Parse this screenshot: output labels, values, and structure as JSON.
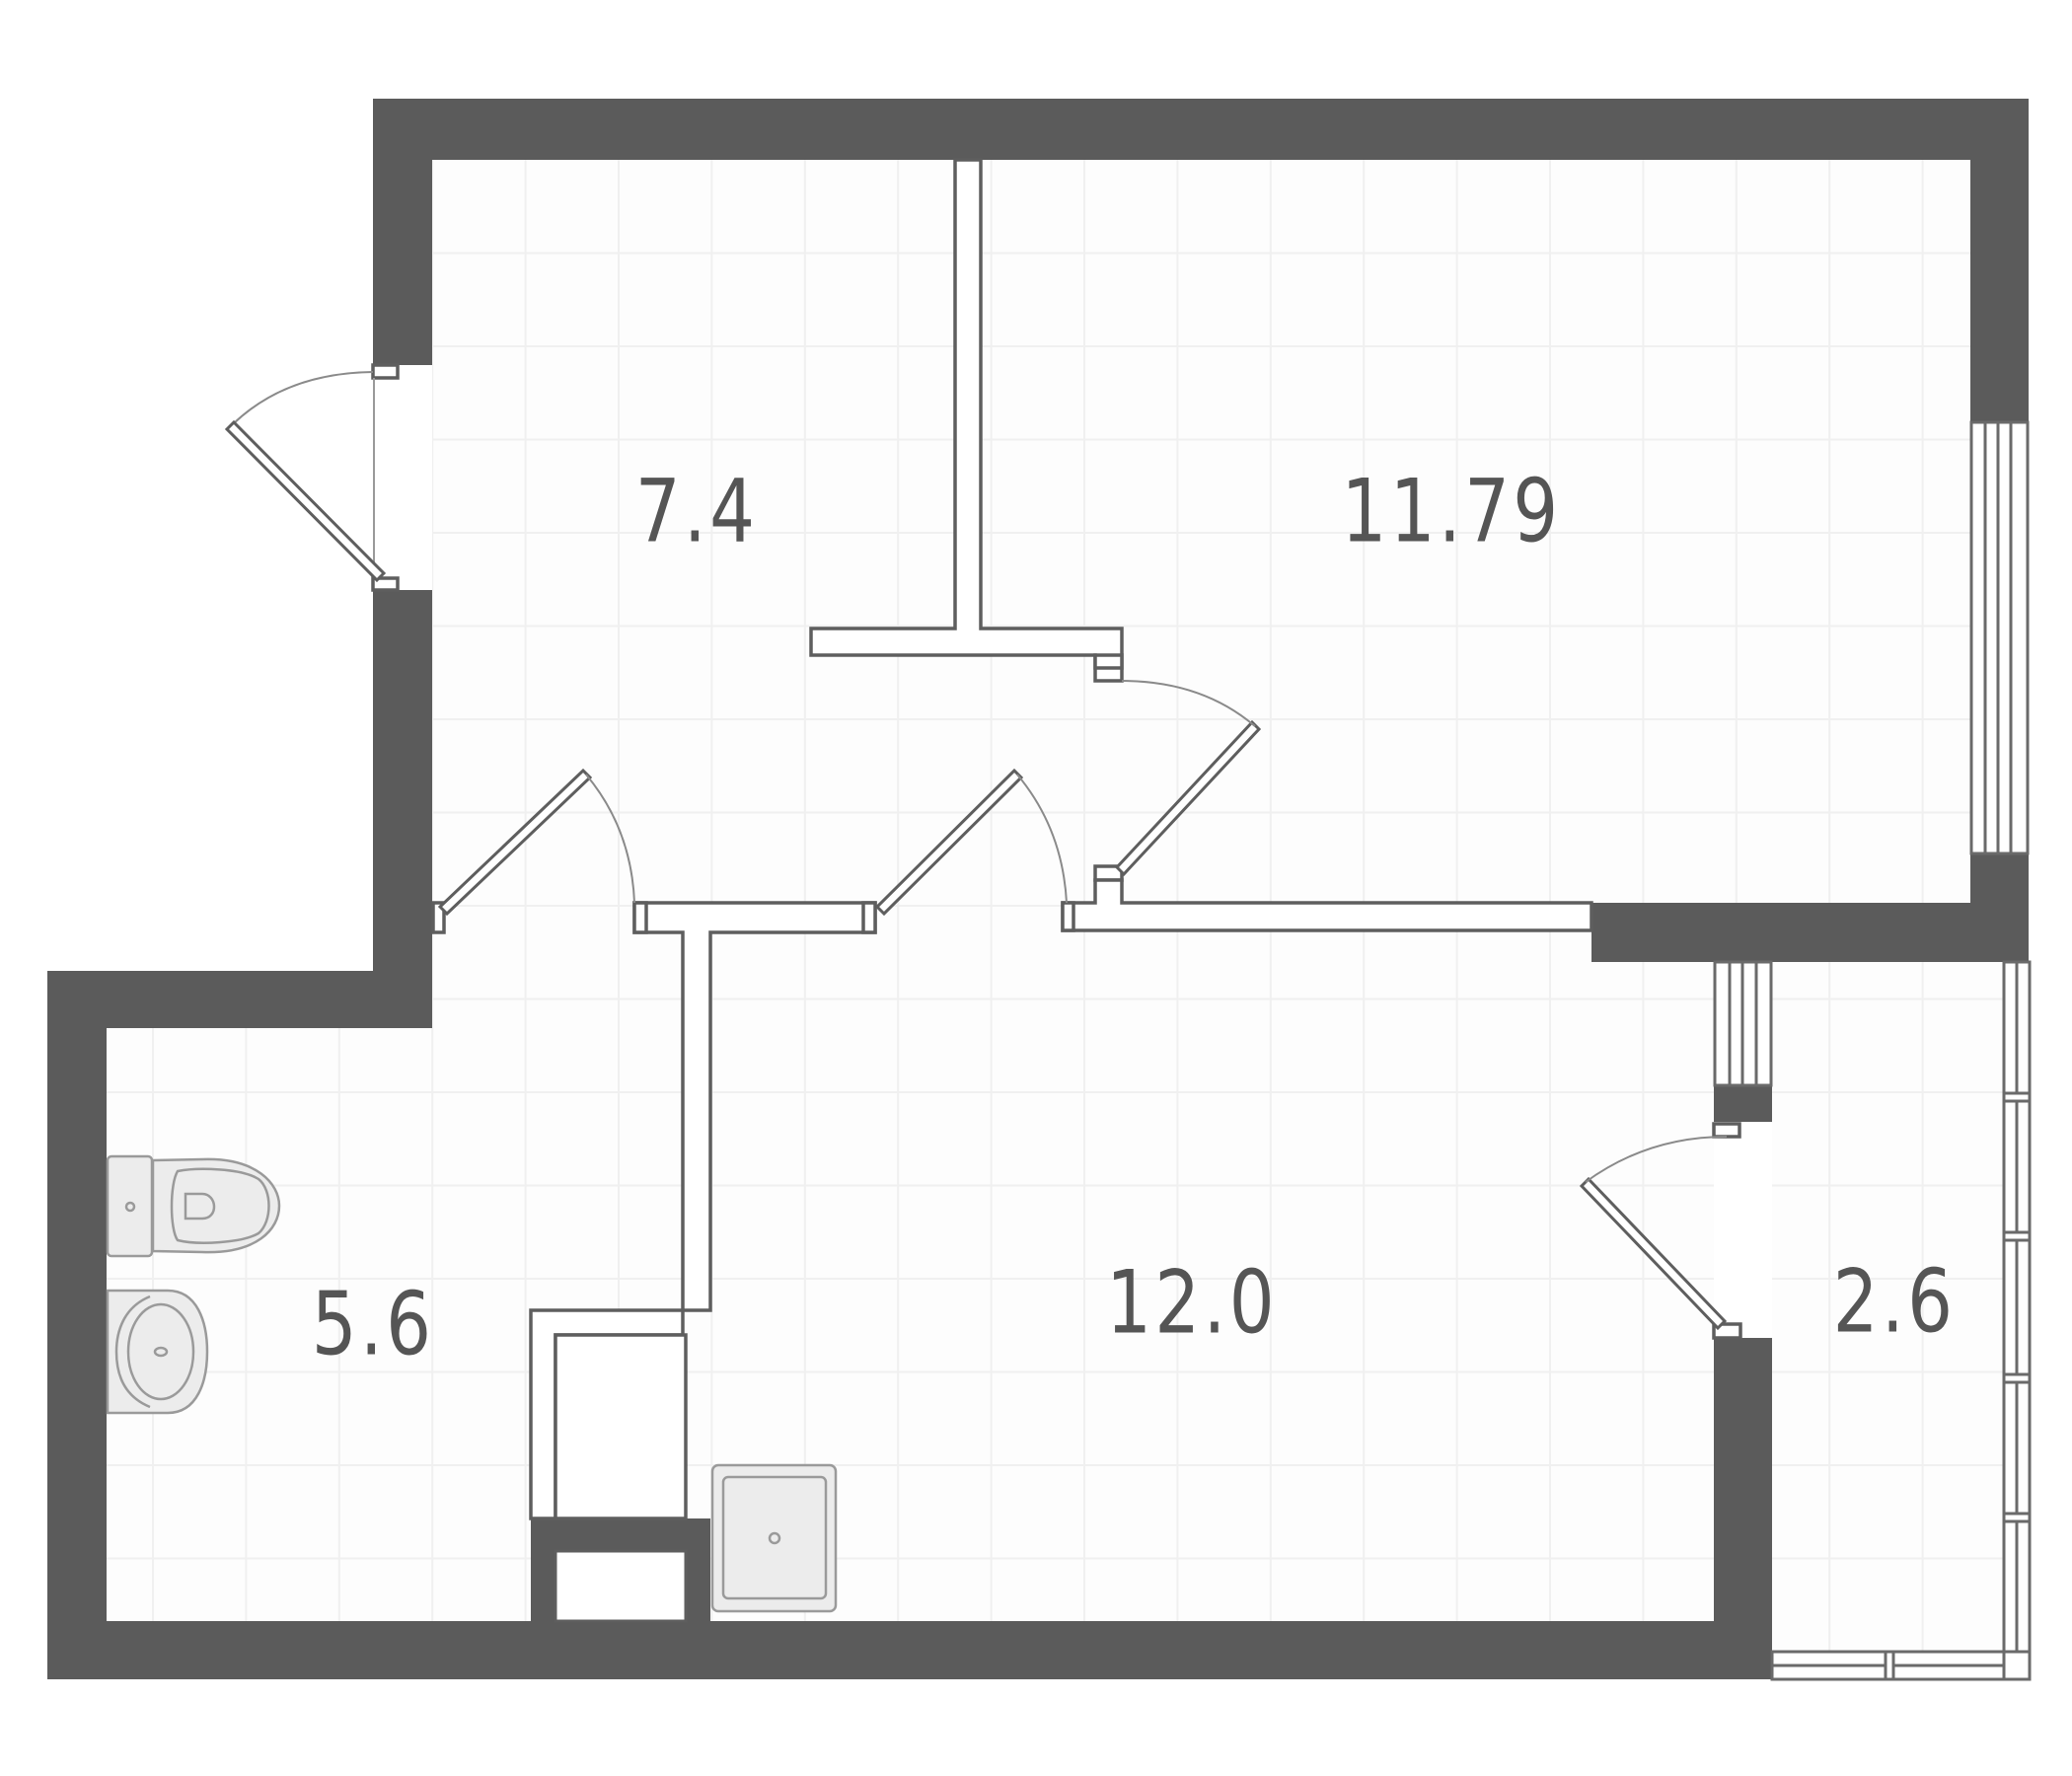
{
  "plan": {
    "type": "apartment-floor-plan",
    "rooms": [
      {
        "id": "hallway",
        "area_label": "7.4"
      },
      {
        "id": "bedroom",
        "area_label": "11.79"
      },
      {
        "id": "bathroom",
        "area_label": "5.6"
      },
      {
        "id": "kitchen-living",
        "area_label": "12.0"
      },
      {
        "id": "balcony",
        "area_label": "2.6"
      }
    ],
    "fixtures": [
      "toilet",
      "washbasin",
      "kitchen-sink"
    ],
    "colors": {
      "wall": "#5b5b5b",
      "line": "#5e5e5e",
      "label": "#555555",
      "grid": "#f0f0f0",
      "fixture_fill": "#ececec"
    }
  }
}
